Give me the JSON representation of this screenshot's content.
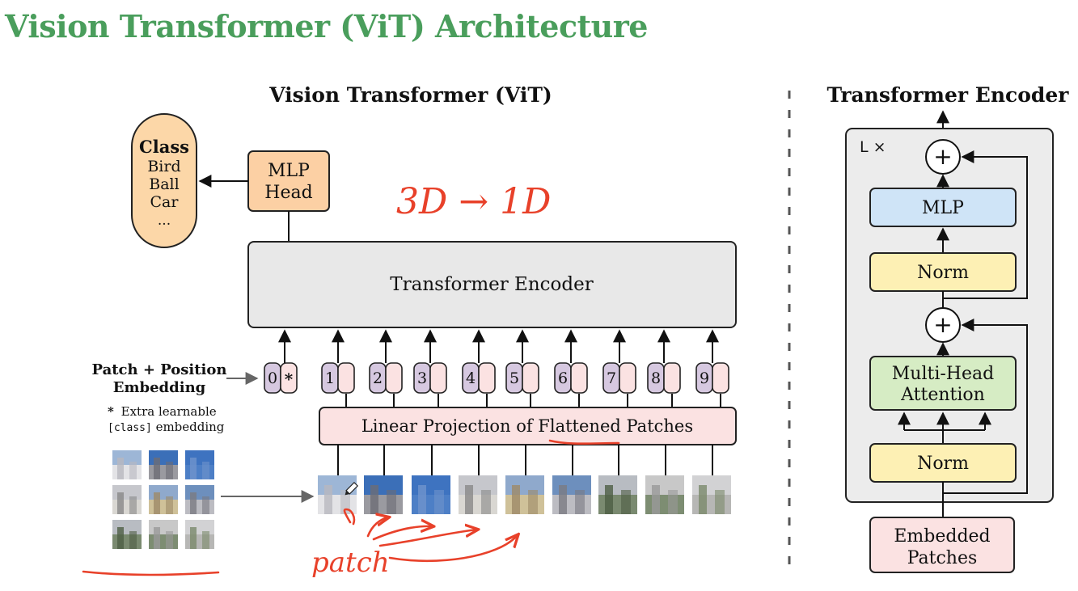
{
  "slide_title": "Vision Transformer (ViT) Architecture",
  "vit": {
    "heading": "Vision Transformer (ViT)",
    "class_box": {
      "title": "Class",
      "items": [
        "Bird",
        "Ball",
        "Car",
        "..."
      ]
    },
    "mlp_head": [
      "MLP",
      "Head"
    ],
    "encoder_label": "Transformer Encoder",
    "patch_position_label": [
      "Patch + Position",
      "Embedding"
    ],
    "extra_note_star": "*",
    "extra_note_line1": "Extra learnable",
    "extra_note_class_code": "[class]",
    "extra_note_class_rest": " embedding",
    "tokens": [
      "0",
      "1",
      "2",
      "3",
      "4",
      "5",
      "6",
      "7",
      "8",
      "9"
    ],
    "class_token_marker": "*",
    "linear_projection": "Linear Projection of Flattened Patches"
  },
  "annotations": {
    "dims": "3D → 1D",
    "patch_word": "patch",
    "ink_color": "#e8412a"
  },
  "encoder_detail": {
    "heading": "Transformer Encoder",
    "repeat": "L ×",
    "blocks": {
      "mlp": "MLP",
      "norm_top": "Norm",
      "attention": [
        "Multi-Head",
        "Attention"
      ],
      "norm_bottom": "Norm",
      "input": [
        "Embedded",
        "Patches"
      ]
    },
    "add_symbol": "+"
  },
  "colors": {
    "title_green": "#4a9e5c",
    "class_fill": "#fcd7a8",
    "mlp_head_fill": "#fcd0a4",
    "encoder_fill": "#e8e8e8",
    "token_purple": "#d6c8e0",
    "token_pink": "#fbe2e2",
    "projection_fill": "#fbe2e2",
    "mlp_blue": "#cfe4f7",
    "norm_yellow": "#fdf0b4",
    "attention_green": "#d6ecc4",
    "input_pink": "#fbe2e2",
    "panel_gray": "#ececec"
  }
}
